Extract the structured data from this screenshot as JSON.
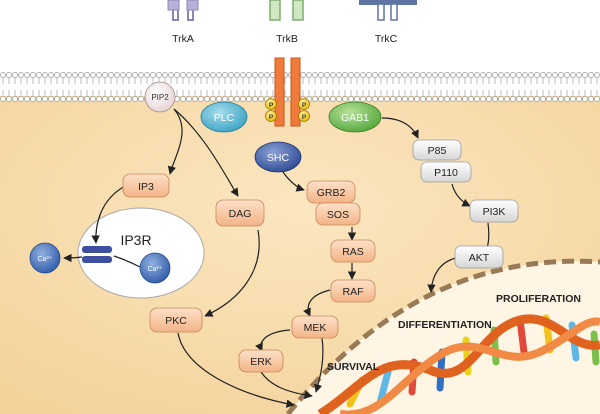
{
  "receptors": [
    {
      "label": "TrkA",
      "color": "#8f84b8"
    },
    {
      "label": "TrkB",
      "color": "#7fae6a"
    },
    {
      "label": "TrkC",
      "color": "#5f74a3"
    }
  ],
  "phospho_label": "P",
  "nodes": {
    "pip2": "PIP2",
    "plc": "PLC",
    "gab1": "GAB1",
    "shc": "SHC",
    "ip3": "IP3",
    "dag": "DAG",
    "ip3r": "IP3R",
    "ca_out": "Ca²⁺",
    "ca_in": "Ca²⁺",
    "grb2": "GRB2",
    "sos": "SOS",
    "ras": "RAS",
    "raf": "RAF",
    "mek": "MEK",
    "erk": "ERK",
    "pkc": "PKC",
    "p85": "P85",
    "p110": "P110",
    "pi3k": "PI3K",
    "akt": "AKT"
  },
  "outcomes": {
    "proliferation": "PROLIFERATION",
    "differentiation": "DIFFERENTIATION",
    "survival": "SURVIVAL"
  },
  "colors": {
    "cytoplasm": "#f7deb0",
    "membrane_head": "#ffffff",
    "orange_node": "#f7c7a3",
    "grey_node": "#e9e9e9",
    "plc": "#5fb7cf",
    "gab1": "#7dc15d",
    "shc": "#4c66a8",
    "nucleus_border": "#9a7a56",
    "dna_backbone": "#e0621f"
  }
}
